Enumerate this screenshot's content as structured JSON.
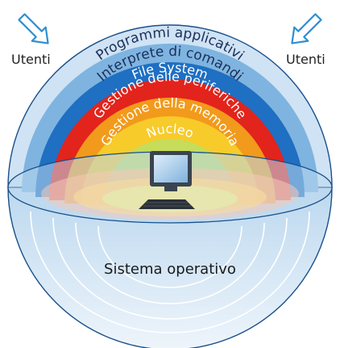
{
  "labels": {
    "users_left": "Utenti",
    "users_right": "Utenti",
    "system": "Sistema operativo"
  },
  "layers": [
    {
      "key": "applications",
      "label": "Programmi applicativi",
      "color": "#cfe3f4",
      "text_color": "#1b2f5a"
    },
    {
      "key": "shell",
      "label": "Interprete di comandi",
      "color": "#7fb4e0",
      "text_color": "#1b2f5a"
    },
    {
      "key": "filesystem",
      "label": "File System",
      "color": "#1f6fc2",
      "text_color": "#ffffff"
    },
    {
      "key": "devices",
      "label": "Gestione delle periferiche",
      "color": "#e2241c",
      "text_color": "#ffffff"
    },
    {
      "key": "memory",
      "label": "Gestione della memoria",
      "color": "#f29a1b",
      "text_color": "#ffffff"
    },
    {
      "key": "kernel",
      "label": "Nucleo",
      "color": "#f7cb2a",
      "text_color": "#ffffff"
    },
    {
      "key": "hardware",
      "label": "",
      "color": "#c6dc5a",
      "text_color": "#000000"
    }
  ],
  "colors": {
    "arrow": "#2f8ed1",
    "sphere_outline": "#1a4f8a",
    "lower_sphere": "#dcebf7"
  },
  "icons": {
    "arrow_left": "arrow-down-right-icon",
    "arrow_right": "arrow-down-left-icon",
    "hardware": "computer-icon"
  }
}
